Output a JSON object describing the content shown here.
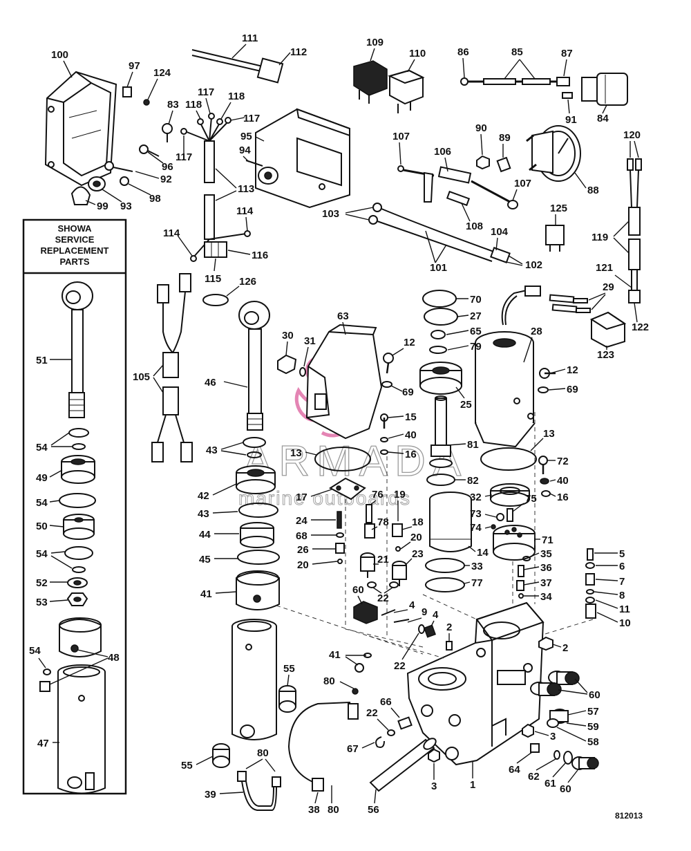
{
  "diagram": {
    "drawing_code": "812013",
    "inset_box": {
      "title_lines": [
        "SHOWA",
        "SERVICE",
        "REPLACEMENT",
        "PARTS"
      ]
    },
    "watermark": {
      "brand": "ARMADA",
      "tagline": "marine outboards",
      "logo_color": "#e8a8c8"
    },
    "callouts": [
      "1",
      "2",
      "2",
      "3",
      "3",
      "4",
      "4",
      "5",
      "6",
      "7",
      "8",
      "9",
      "10",
      "11",
      "12",
      "12",
      "13",
      "13",
      "14",
      "15",
      "16",
      "16",
      "17",
      "17",
      "18",
      "19",
      "20",
      "20",
      "21",
      "22",
      "22",
      "22",
      "22",
      "23",
      "24",
      "25",
      "26",
      "27",
      "28",
      "29",
      "30",
      "31",
      "32",
      "33",
      "34",
      "35",
      "36",
      "37",
      "38",
      "39",
      "40",
      "40",
      "41",
      "41",
      "42",
      "43",
      "43",
      "44",
      "45",
      "46",
      "47",
      "48",
      "49",
      "50",
      "51",
      "52",
      "53",
      "54",
      "54",
      "54",
      "54",
      "55",
      "55",
      "56",
      "57",
      "58",
      "59",
      "60",
      "60",
      "60",
      "61",
      "62",
      "63",
      "64",
      "65",
      "66",
      "67",
      "68",
      "69",
      "69",
      "70",
      "71",
      "72",
      "73",
      "74",
      "75",
      "76",
      "77",
      "78",
      "79",
      "80",
      "80",
      "80",
      "81",
      "82",
      "83",
      "84",
      "85",
      "86",
      "87",
      "88",
      "89",
      "90",
      "91",
      "92",
      "93",
      "94",
      "95",
      "96",
      "97",
      "98",
      "99",
      "100",
      "101",
      "102",
      "103",
      "104",
      "105",
      "106",
      "107",
      "107",
      "108",
      "109",
      "110",
      "111",
      "112",
      "113",
      "114",
      "114",
      "115",
      "116",
      "117",
      "117",
      "117",
      "118",
      "118",
      "119",
      "120",
      "121",
      "122",
      "123",
      "124",
      "125",
      "126"
    ]
  }
}
